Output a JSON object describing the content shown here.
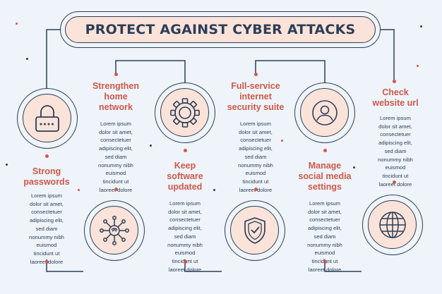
{
  "title": "PROTECT AGAINST CYBER ATTACKS",
  "colors": {
    "accent": "#d2574a",
    "ink": "#2c3e58",
    "peach": "#fbe3da",
    "background": "#eef4f9"
  },
  "steps": [
    {
      "heading": "Strong\npasswords",
      "icon": "lock-icon",
      "body": "Lorem ipsum\ndolor sit amet,\nconsectetuer\nadipiscing elit,\nsed diam\nnonummy nibh\neuismod\ntincidunt ut\nlaoreet dolore"
    },
    {
      "heading": "Strengthen\nhome\nnetwork",
      "icon": "network-icon",
      "body": "Lorem ipsum\ndolor sit amet,\nconsectetuer\nadipiscing elit,\nsed diam\nnonummy nibh\neuismod\ntincidunt ut\nlaoreet dolore"
    },
    {
      "heading": "Keep\nsoftware\nupdated",
      "icon": "gear-icon",
      "body": "Lorem ipsum\ndolor sit amet,\nconsectetuer\nadipiscing elit,\nsed diam\nnonummy nibh\neuismod\ntincidunt ut\nlaoreet dolore"
    },
    {
      "heading": "Full-service\ninternet\nsecurity suite",
      "icon": "shield-check-icon",
      "body": "Lorem ipsum\ndolor sit amet,\nconsectetuer\nadipiscing elit,\nsed diam\nnonummy nibh\neuismod\ntincidunt ut\nlaoreet dolore"
    },
    {
      "heading": "Manage\nsocial media\nsettings",
      "icon": "user-profile-icon",
      "body": "Lorem ipsum\ndolor sit amet,\nconsectetuer\nadipiscing elit,\nsed diam\nnonummy nibh\neuismod\ntincidunt ut\nlaoreet dolore"
    },
    {
      "heading": "Check\nwebsite url",
      "icon": "globe-icon",
      "body": "Lorem ipsum\ndolor sit amet,\nconsectetuer\nadipiscing elit,\nsed diam\nnonummy nibh\neuismod\ntincidunt ut\nlaoreet dolore"
    }
  ]
}
